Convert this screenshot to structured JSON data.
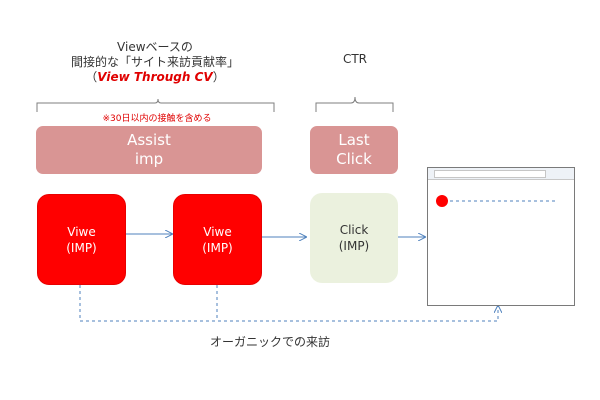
{
  "viewthrough": {
    "line1": "Viewベースの",
    "line2": "間接的な「サイト来訪貢献率」",
    "paren_open": "（",
    "highlight": "View Through CV",
    "paren_close": "）"
  },
  "ctr_label": "CTR",
  "note": "※30日以内の接触を含める",
  "banners": {
    "assist": {
      "line1": "Assist",
      "line2": "imp"
    },
    "last": {
      "line1": "Last",
      "line2": "Click"
    }
  },
  "nodes": [
    {
      "line1": "Viwe",
      "line2": "(IMP)"
    },
    {
      "line1": "Viwe",
      "line2": "(IMP)"
    },
    {
      "line1": "Click",
      "line2": "(IMP)"
    }
  ],
  "footer": "オーガニックでの来訪",
  "colors": {
    "red_box": "#ff0000",
    "pink_banner": "#d99594",
    "green_box": "#ebf1de",
    "arrow": "#4f81bd",
    "brace": "#7f7f7f",
    "highlight": "#e00000"
  }
}
